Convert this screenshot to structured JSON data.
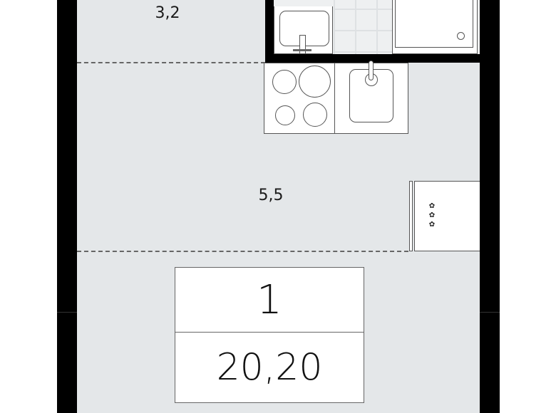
{
  "plan": {
    "zones": [
      {
        "id": "hallway",
        "area_label": "3,2"
      },
      {
        "id": "kitchen",
        "area_label": "5,5"
      }
    ],
    "summary": {
      "rooms": "1",
      "total_area": "20,20"
    },
    "fixtures": {
      "bathroom": [
        "washbasin",
        "shower-tray"
      ],
      "kitchen": [
        "cooktop-4-burner",
        "kitchen-sink",
        "radiator"
      ]
    },
    "colors": {
      "wall": "#000000",
      "floor": "#e4e7e9",
      "fixture_fill": "#ffffff",
      "fixture_stroke": "#555555",
      "zone_divider": "#666666"
    }
  }
}
